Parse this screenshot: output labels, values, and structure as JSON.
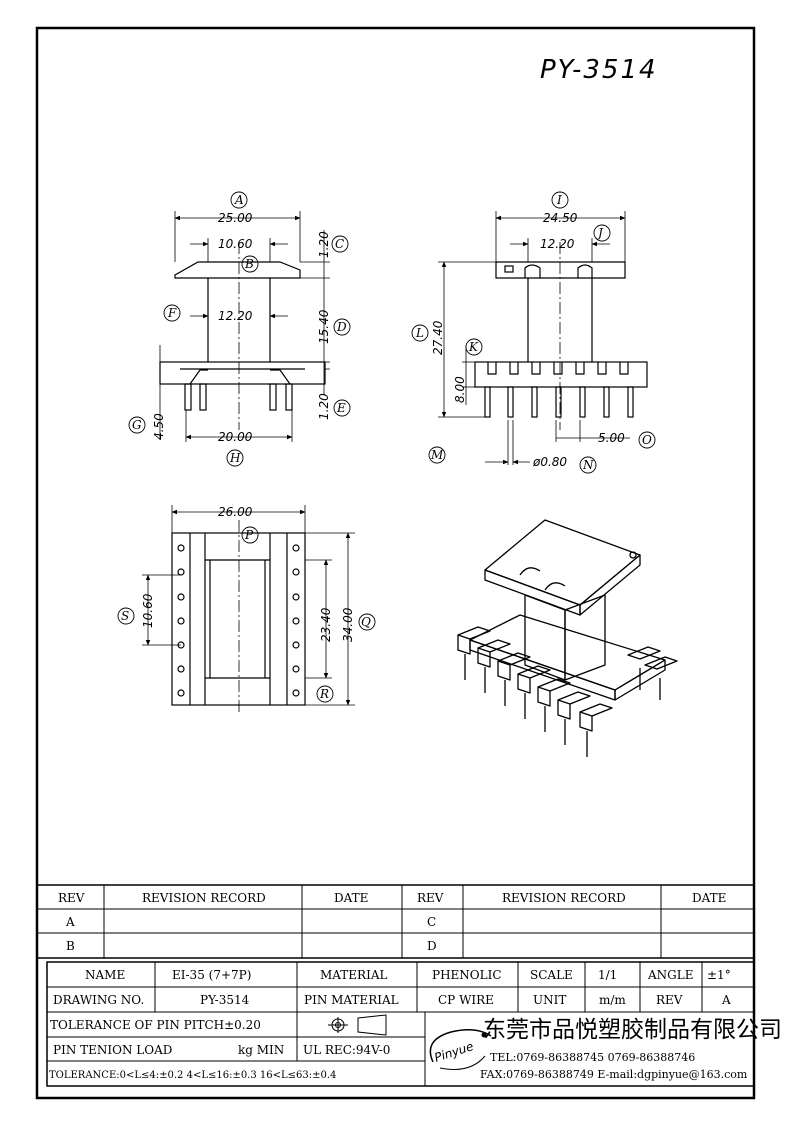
{
  "title": "PY-3514",
  "top_view": {
    "labels": {
      "A": "A",
      "B": "B",
      "C": "C",
      "D": "D",
      "E": "E",
      "F": "F",
      "G": "G",
      "H": "H"
    },
    "dims": {
      "width": "25.00",
      "inner": "10.60",
      "top_flange": "1.20",
      "height": "15.40",
      "bottom_flange": "1.20",
      "core": "12.20",
      "pin_len": "4.50",
      "pin_span": "20.00"
    }
  },
  "side_view": {
    "labels": {
      "I": "I",
      "J": "J",
      "K": "K",
      "L": "L",
      "M": "M",
      "N": "N",
      "O": "O"
    },
    "dims": {
      "width": "24.50",
      "inner": "12.20",
      "total_height": "27.40",
      "base_height": "8.00",
      "pitch": "5.00",
      "pin_dia": "ø0.80"
    }
  },
  "bottom_view": {
    "labels": {
      "P": "P",
      "Q": "Q",
      "R": "R",
      "S": "S"
    },
    "dims": {
      "width": "26.00",
      "inner_len": "23.40",
      "total_len": "34.00",
      "core": "10.60"
    }
  },
  "revision": {
    "headers": {
      "rev": "REV",
      "record": "REVISION RECORD",
      "date": "DATE"
    },
    "left_revs": [
      "A",
      "B"
    ],
    "right_revs": [
      "C",
      "D"
    ]
  },
  "info": {
    "name_label": "NAME",
    "name_value": "EI-35 (7+7P)",
    "material_label": "MATERIAL",
    "material_value": "PHENOLIC",
    "scale_label": "SCALE",
    "scale_value": "1/1",
    "angle_label": "ANGLE",
    "angle_value": "±1°",
    "drawing_label": "DRAWING NO.",
    "drawing_value": "PY-3514",
    "pin_material_label": "PIN MATERIAL",
    "pin_material_value": "CP WIRE",
    "unit_label": "UNIT",
    "unit_value": "m/m",
    "rev_label": "REV",
    "rev_value": "A",
    "tol_pitch": "TOLERANCE OF PIN PITCH±0.20",
    "tension": "PIN TENION LOAD",
    "tension_unit": "kg MIN",
    "ul": "UL REC:94V-0",
    "tol_range": "TOLERANCE:0<L≤4:±0.2  4<L≤16:±0.3  16<L≤63:±0.4",
    "company": "东莞市品悦塑胶制品有限公司",
    "logo": "Pinyue",
    "tel": "TEL:0769-86388745   0769-86388746",
    "fax": "FAX:0769-86388749  E-mail:dgpinyue@163.com"
  }
}
